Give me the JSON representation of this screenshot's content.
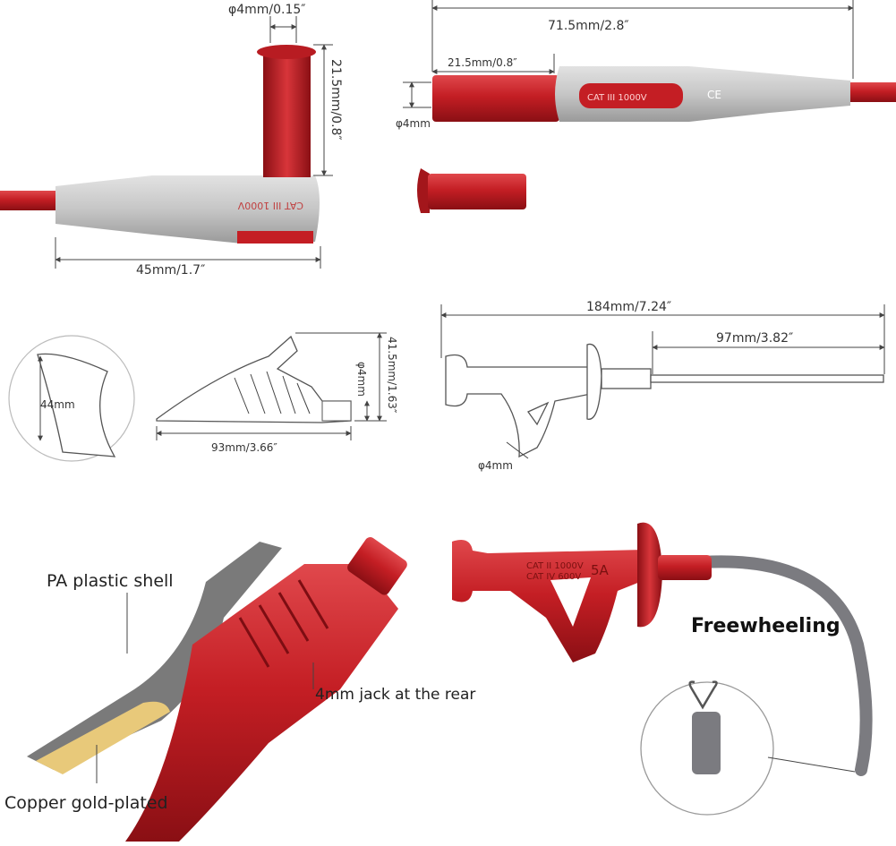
{
  "panel_top_left": {
    "plug_diameter": "φ4mm/0.15″",
    "plug_height": "21.5mm/0.8″",
    "housing_length": "45mm/1.7″",
    "housing_marking": "CAT III 1000V"
  },
  "panel_top_right": {
    "total_length": "71.5mm/2.8″",
    "pin_length": "21.5mm/0.8″",
    "pin_diameter": "φ4mm",
    "housing_marking": "CAT III 1000V"
  },
  "panel_middle_left": {
    "jaw_opening": "44mm",
    "clip_length": "93mm/3.66″",
    "clip_height": "41.5mm/1.63″",
    "jack_diameter": "φ4mm"
  },
  "panel_middle_right": {
    "total_length": "184mm/7.24″",
    "tip_length": "97mm/3.82″",
    "jack_diameter": "φ4mm"
  },
  "panel_bottom_left": {
    "shell_label": "PA plastic shell",
    "jack_label": "4mm jack at the rear",
    "jaw_label": "Copper gold-plated"
  },
  "panel_bottom_right": {
    "feature_label": "Freewheeling",
    "probe_marking_1": "CAT II 1000V",
    "probe_marking_2": "CAT IV 600V",
    "probe_rating": "5A"
  },
  "colors": {
    "red": "#c41e24",
    "gray_housing": "#c8c8c8",
    "cable_gray": "#7b7b80",
    "jaw_gray": "#7a7a7a",
    "gold": "#e8c97a"
  }
}
